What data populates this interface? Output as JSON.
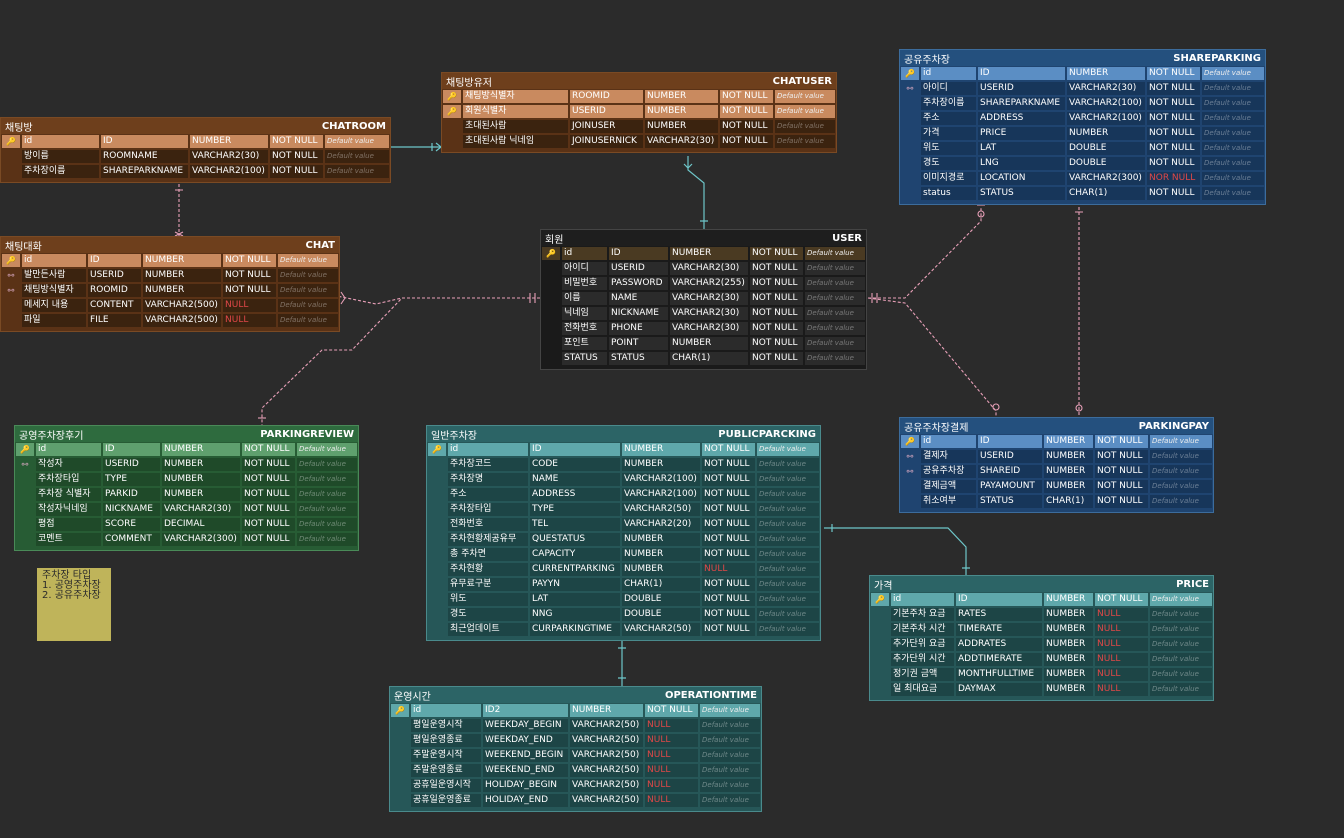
{
  "colors": {
    "background": "#2b2b2b",
    "brown": "#6e3f1c",
    "black": "#1e1e1e",
    "blue": "#24507e",
    "green": "#2e6b3e",
    "teal": "#2c6466",
    "null_red": "#e04848",
    "note_yellow": "#bfb45a",
    "connector_teal": "#6ec6c9",
    "connector_pink": "#e8a0b8"
  },
  "note": {
    "lines": [
      "주차장 타입",
      "1. 공영주차장",
      "2. 공유주차장"
    ]
  },
  "entities": [
    {
      "key": "chatroom",
      "theme": "brown",
      "kor": "채팅방",
      "eng": "CHATROOM",
      "rows": [
        {
          "icon": "pk",
          "kor": "id",
          "col": "ID",
          "type": "NUMBER",
          "nn": "NOT NULL",
          "def": "Default value"
        },
        {
          "icon": "",
          "kor": "방이름",
          "col": "ROOMNAME",
          "type": "VARCHAR2(30)",
          "nn": "NOT NULL",
          "def": "Default value"
        },
        {
          "icon": "",
          "kor": "주차장이름",
          "col": "SHAREPARKNAME",
          "type": "VARCHAR2(100)",
          "nn": "NOT NULL",
          "def": "Default value"
        }
      ]
    },
    {
      "key": "chatuser",
      "theme": "brown",
      "kor": "채팅방유저",
      "eng": "CHATUSER",
      "rows": [
        {
          "icon": "pfk",
          "kor": "채팅방식별자",
          "col": "ROOMID",
          "type": "NUMBER",
          "nn": "NOT NULL",
          "def": "Default value"
        },
        {
          "icon": "pfk",
          "kor": "회원식별자",
          "col": "USERID",
          "type": "NUMBER",
          "nn": "NOT NULL",
          "def": "Default value"
        },
        {
          "icon": "",
          "kor": "초대된사람",
          "col": "JOINUSER",
          "type": "NUMBER",
          "nn": "NOT NULL",
          "def": "Default value"
        },
        {
          "icon": "",
          "kor": "초대된사람 닉네임",
          "col": "JOINUSERNICK",
          "type": "VARCHAR2(30)",
          "nn": "NOT NULL",
          "def": "Default value"
        }
      ]
    },
    {
      "key": "chat",
      "theme": "brown",
      "kor": "채팅대화",
      "eng": "CHAT",
      "rows": [
        {
          "icon": "pk",
          "kor": "id",
          "col": "ID",
          "type": "NUMBER",
          "nn": "NOT NULL",
          "def": "Default value"
        },
        {
          "icon": "fk",
          "kor": "발만든사람",
          "col": "USERID",
          "type": "NUMBER",
          "nn": "NOT NULL",
          "def": "Default value"
        },
        {
          "icon": "fk",
          "kor": "채팅방식별자",
          "col": "ROOMID",
          "type": "NUMBER",
          "nn": "NOT NULL",
          "def": "Default value"
        },
        {
          "icon": "",
          "kor": "메세지 내용",
          "col": "CONTENT",
          "type": "VARCHAR2(500)",
          "nn": "NULL",
          "def": "Default value"
        },
        {
          "icon": "",
          "kor": "파일",
          "col": "FILE",
          "type": "VARCHAR2(500)",
          "nn": "NULL",
          "def": "Default value"
        }
      ]
    },
    {
      "key": "user",
      "theme": "black",
      "kor": "회원",
      "eng": "USER",
      "rows": [
        {
          "icon": "pk",
          "kor": "id",
          "col": "ID",
          "type": "NUMBER",
          "nn": "NOT NULL",
          "def": "Default value"
        },
        {
          "icon": "",
          "kor": "아이디",
          "col": "USERID",
          "type": "VARCHAR2(30)",
          "nn": "NOT NULL",
          "def": "Default value"
        },
        {
          "icon": "",
          "kor": "비밀번호",
          "col": "PASSWORD",
          "type": "VARCHAR2(255)",
          "nn": "NOT NULL",
          "def": "Default value"
        },
        {
          "icon": "",
          "kor": "이름",
          "col": "NAME",
          "type": "VARCHAR2(30)",
          "nn": "NOT NULL",
          "def": "Default value"
        },
        {
          "icon": "",
          "kor": "닉네임",
          "col": "NICKNAME",
          "type": "VARCHAR2(30)",
          "nn": "NOT NULL",
          "def": "Default value"
        },
        {
          "icon": "",
          "kor": "전화번호",
          "col": "PHONE",
          "type": "VARCHAR2(30)",
          "nn": "NOT NULL",
          "def": "Default value"
        },
        {
          "icon": "",
          "kor": "포인트",
          "col": "POINT",
          "type": "NUMBER",
          "nn": "NOT NULL",
          "def": "Default value"
        },
        {
          "icon": "",
          "kor": "STATUS",
          "col": "STATUS",
          "type": "CHAR(1)",
          "nn": "NOT NULL",
          "def": "Default value"
        }
      ]
    },
    {
      "key": "shareparking",
      "theme": "blue",
      "kor": "공유주차장",
      "eng": "SHAREPARKING",
      "rows": [
        {
          "icon": "pk",
          "kor": "id",
          "col": "ID",
          "type": "NUMBER",
          "nn": "NOT NULL",
          "def": "Default value"
        },
        {
          "icon": "fk",
          "kor": "아이디",
          "col": "USERID",
          "type": "VARCHAR2(30)",
          "nn": "NOT NULL",
          "def": "Default value"
        },
        {
          "icon": "",
          "kor": "주차장이름",
          "col": "SHAREPARKNAME",
          "type": "VARCHAR2(100)",
          "nn": "NOT NULL",
          "def": "Default value"
        },
        {
          "icon": "",
          "kor": "주소",
          "col": "ADDRESS",
          "type": "VARCHAR2(100)",
          "nn": "NOT NULL",
          "def": "Default value"
        },
        {
          "icon": "",
          "kor": "가격",
          "col": "PRICE",
          "type": "NUMBER",
          "nn": "NOT NULL",
          "def": "Default value"
        },
        {
          "icon": "",
          "kor": "위도",
          "col": "LAT",
          "type": "DOUBLE",
          "nn": "NOT NULL",
          "def": "Default value"
        },
        {
          "icon": "",
          "kor": "경도",
          "col": "LNG",
          "type": "DOUBLE",
          "nn": "NOT NULL",
          "def": "Default value"
        },
        {
          "icon": "",
          "kor": "이미지경로",
          "col": "LOCATION",
          "type": "VARCHAR2(300)",
          "nn": "NOR NULL",
          "def": "Default value"
        },
        {
          "icon": "",
          "kor": "status",
          "col": "STATUS",
          "type": "CHAR(1)",
          "nn": "NOT NULL",
          "def": "Default value"
        }
      ]
    },
    {
      "key": "parkingpay",
      "theme": "blue",
      "kor": "공유주차장결제",
      "eng": "PARKINGPAY",
      "rows": [
        {
          "icon": "pk",
          "kor": "id",
          "col": "ID",
          "type": "NUMBER",
          "nn": "NOT NULL",
          "def": "Default value"
        },
        {
          "icon": "fk",
          "kor": "결제자",
          "col": "USERID",
          "type": "NUMBER",
          "nn": "NOT NULL",
          "def": "Default value"
        },
        {
          "icon": "fk",
          "kor": "공유주차장",
          "col": "SHAREID",
          "type": "NUMBER",
          "nn": "NOT NULL",
          "def": "Default value"
        },
        {
          "icon": "",
          "kor": "결제금액",
          "col": "PAYAMOUNT",
          "type": "NUMBER",
          "nn": "NOT NULL",
          "def": "Default value"
        },
        {
          "icon": "",
          "kor": "취소여부",
          "col": "STATUS",
          "type": "CHAR(1)",
          "nn": "NOT NULL",
          "def": "Default value"
        }
      ]
    },
    {
      "key": "parkingreview",
      "theme": "green",
      "kor": "공영주차장후기",
      "eng": "PARKINGREVIEW",
      "rows": [
        {
          "icon": "pk",
          "kor": "id",
          "col": "ID",
          "type": "NUMBER",
          "nn": "NOT NULL",
          "def": "Default value"
        },
        {
          "icon": "fk",
          "kor": "작성자",
          "col": "USERID",
          "type": "NUMBER",
          "nn": "NOT NULL",
          "def": "Default value"
        },
        {
          "icon": "",
          "kor": "주차장타입",
          "col": "TYPE",
          "type": "NUMBER",
          "nn": "NOT NULL",
          "def": "Default value"
        },
        {
          "icon": "",
          "kor": "주차장 식별자",
          "col": "PARKID",
          "type": "NUMBER",
          "nn": "NOT NULL",
          "def": "Default value"
        },
        {
          "icon": "",
          "kor": "작성자닉네임",
          "col": "NICKNAME",
          "type": "VARCHAR2(30)",
          "nn": "NOT NULL",
          "def": "Default value"
        },
        {
          "icon": "",
          "kor": "평점",
          "col": "SCORE",
          "type": "DECIMAL",
          "nn": "NOT NULL",
          "def": "Default value"
        },
        {
          "icon": "",
          "kor": "코멘트",
          "col": "COMMENT",
          "type": "VARCHAR2(300)",
          "nn": "NOT NULL",
          "def": "Default value"
        }
      ]
    },
    {
      "key": "publicparcking",
      "theme": "teal",
      "kor": "일반주차장",
      "eng": "PUBLICPARCKING",
      "rows": [
        {
          "icon": "pk",
          "kor": "id",
          "col": "ID",
          "type": "NUMBER",
          "nn": "NOT NULL",
          "def": "Default value"
        },
        {
          "icon": "",
          "kor": "주차장코드",
          "col": "CODE",
          "type": "NUMBER",
          "nn": "NOT NULL",
          "def": "Default value"
        },
        {
          "icon": "",
          "kor": "주차장명",
          "col": "NAME",
          "type": "VARCHAR2(100)",
          "nn": "NOT NULL",
          "def": "Default value"
        },
        {
          "icon": "",
          "kor": "주소",
          "col": "ADDRESS",
          "type": "VARCHAR2(100)",
          "nn": "NOT NULL",
          "def": "Default value"
        },
        {
          "icon": "",
          "kor": "주차장타입",
          "col": "TYPE",
          "type": "VARCHAR2(50)",
          "nn": "NOT NULL",
          "def": "Default value"
        },
        {
          "icon": "",
          "kor": "전화번호",
          "col": "TEL",
          "type": "VARCHAR2(20)",
          "nn": "NOT NULL",
          "def": "Default value"
        },
        {
          "icon": "",
          "kor": "주차현황제공유무",
          "col": "QUESTATUS",
          "type": "NUMBER",
          "nn": "NOT NULL",
          "def": "Default value"
        },
        {
          "icon": "",
          "kor": "총 주차면",
          "col": "CAPACITY",
          "type": "NUMBER",
          "nn": "NOT NULL",
          "def": "Default value"
        },
        {
          "icon": "",
          "kor": "주차현황",
          "col": "CURRENTPARKING",
          "type": "NUMBER",
          "nn": "NULL",
          "def": "Default value"
        },
        {
          "icon": "",
          "kor": "유무료구분",
          "col": "PAYYN",
          "type": "CHAR(1)",
          "nn": "NOT NULL",
          "def": "Default value"
        },
        {
          "icon": "",
          "kor": "위도",
          "col": "LAT",
          "type": "DOUBLE",
          "nn": "NOT NULL",
          "def": "Default value"
        },
        {
          "icon": "",
          "kor": "경도",
          "col": "NNG",
          "type": "DOUBLE",
          "nn": "NOT NULL",
          "def": "Default value"
        },
        {
          "icon": "",
          "kor": "최근업데이트",
          "col": "CURPARKINGTIME",
          "type": "VARCHAR2(50)",
          "nn": "NOT NULL",
          "def": "Default value"
        }
      ]
    },
    {
      "key": "price",
      "theme": "teal",
      "kor": "가격",
      "eng": "PRICE",
      "rows": [
        {
          "icon": "pk",
          "kor": "id",
          "col": "ID",
          "type": "NUMBER",
          "nn": "NOT NULL",
          "def": "Default value"
        },
        {
          "icon": "",
          "kor": "기본주차 요금",
          "col": "RATES",
          "type": "NUMBER",
          "nn": "NULL",
          "def": "Default value"
        },
        {
          "icon": "",
          "kor": "기본주차 시간",
          "col": "TIMERATE",
          "type": "NUMBER",
          "nn": "NULL",
          "def": "Default value"
        },
        {
          "icon": "",
          "kor": "추가단위 요금",
          "col": "ADDRATES",
          "type": "NUMBER",
          "nn": "NULL",
          "def": "Default value"
        },
        {
          "icon": "",
          "kor": "추가단위 시간",
          "col": "ADDTIMERATE",
          "type": "NUMBER",
          "nn": "NULL",
          "def": "Default value"
        },
        {
          "icon": "",
          "kor": "정기권 금액",
          "col": "MONTHFULLTIME",
          "type": "NUMBER",
          "nn": "NULL",
          "def": "Default value"
        },
        {
          "icon": "",
          "kor": "일 최대요금",
          "col": "DAYMAX",
          "type": "NUMBER",
          "nn": "NULL",
          "def": "Default value"
        }
      ]
    },
    {
      "key": "operationtime",
      "theme": "teal",
      "kor": "운영시간",
      "eng": "OPERATIONTIME",
      "rows": [
        {
          "icon": "pk",
          "kor": "id",
          "col": "ID2",
          "type": "NUMBER",
          "nn": "NOT NULL",
          "def": "Default value"
        },
        {
          "icon": "",
          "kor": "평일운영시작",
          "col": "WEEKDAY_BEGIN",
          "type": "VARCHAR2(50)",
          "nn": "NULL",
          "def": "Default value"
        },
        {
          "icon": "",
          "kor": "평일운영종료",
          "col": "WEEKDAY_END",
          "type": "VARCHAR2(50)",
          "nn": "NULL",
          "def": "Default value"
        },
        {
          "icon": "",
          "kor": "주말운영시작",
          "col": "WEEKEND_BEGIN",
          "type": "VARCHAR2(50)",
          "nn": "NULL",
          "def": "Default value"
        },
        {
          "icon": "",
          "kor": "주말운영종료",
          "col": "WEEKEND_END",
          "type": "VARCHAR2(50)",
          "nn": "NULL",
          "def": "Default value"
        },
        {
          "icon": "",
          "kor": "공휴일운영시작",
          "col": "HOLIDAY_BEGIN",
          "type": "VARCHAR2(50)",
          "nn": "NULL",
          "def": "Default value"
        },
        {
          "icon": "",
          "kor": "공휴일운영종료",
          "col": "HOLIDAY_END",
          "type": "VARCHAR2(50)",
          "nn": "NULL",
          "def": "Default value"
        }
      ]
    }
  ]
}
